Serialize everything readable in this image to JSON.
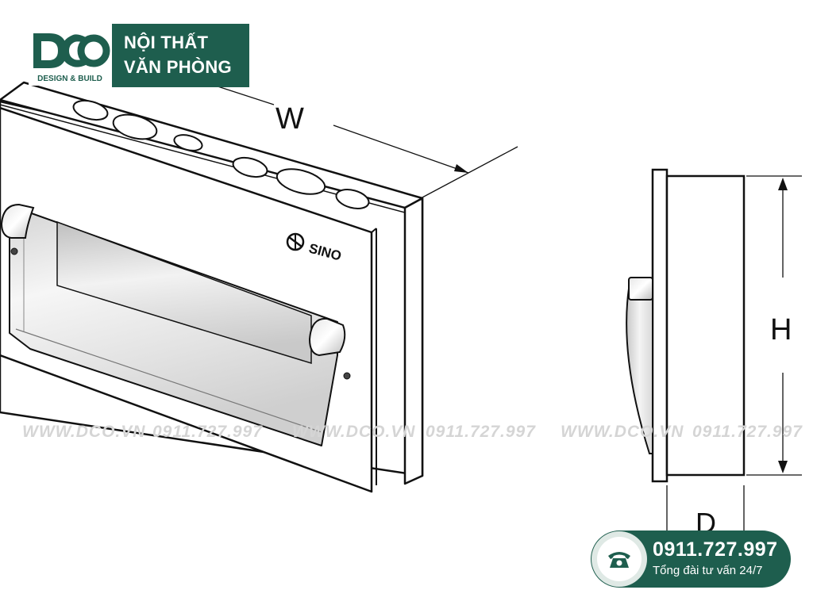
{
  "brand": {
    "logo_text": "DCO",
    "logo_subtext": "DESIGN & BUILD",
    "title_line1": "NỘI THẤT",
    "title_line2": "VĂN PHÒNG",
    "color": "#1e5e4e"
  },
  "product": {
    "brand_mark": "SINO",
    "dimensions": {
      "width_label": "W",
      "height_label": "H",
      "depth_label": "D"
    }
  },
  "watermark": {
    "site": "WWW.DCO.VN",
    "phone": "0911.727.997"
  },
  "hotline": {
    "icon": "telephone-icon",
    "number": "0911.727.997",
    "caption": "Tổng đài tư vấn 24/7"
  }
}
